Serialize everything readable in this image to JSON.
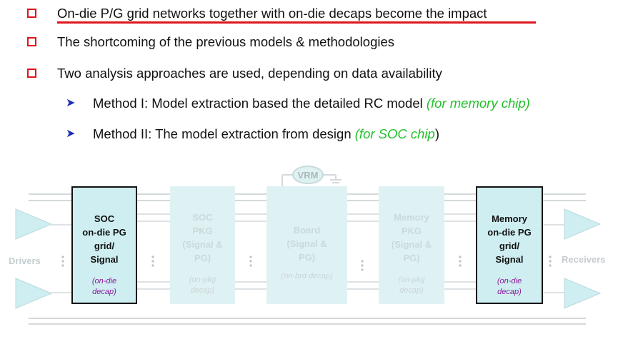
{
  "bullets": [
    "On-die P/G grid networks together with on-die decaps become the impact",
    "The shortcoming of the previous models & methodologies",
    "Two analysis approaches are used, depending on data availability"
  ],
  "sub_bullets": [
    {
      "text": "Method I: Model extraction based the detailed RC model ",
      "note": "(for memory chip)",
      "tail": ""
    },
    {
      "text": "Method II: The model extraction from design ",
      "note": "(for SOC chip",
      "tail": ")"
    }
  ],
  "diagram": {
    "vrm_label": "VRM",
    "drivers_label": "Drivers",
    "receivers_label": "Receivers",
    "blocks": [
      {
        "lines": [
          "SOC",
          "on-die PG",
          "grid/",
          "Signal"
        ],
        "decap_lines": [
          "(on-die",
          "decap)"
        ]
      },
      {
        "lines": [
          "SOC",
          "PKG",
          "(Signal &",
          "PG)"
        ],
        "decap_lines": [
          "(on-pkg",
          "decap)"
        ]
      },
      {
        "lines": [
          "Board",
          "(Signal &",
          "PG)"
        ],
        "decap_lines": [
          "(on-brd decap)"
        ]
      },
      {
        "lines": [
          "Memory",
          "PKG",
          "(Signal &",
          "PG)"
        ],
        "decap_lines": [
          "(on-pkg",
          "decap)"
        ]
      },
      {
        "lines": [
          "Memory",
          "on-die PG",
          "grid/",
          "Signal"
        ],
        "decap_lines": [
          "(on-die",
          "decap)"
        ]
      }
    ],
    "colors": {
      "accent_red": "#e0141c",
      "arrow_blue": "#1f2fb5",
      "note_green": "#22c02a",
      "decap_purple": "#8a1a9a",
      "block_fill": "#cfeef1"
    }
  }
}
